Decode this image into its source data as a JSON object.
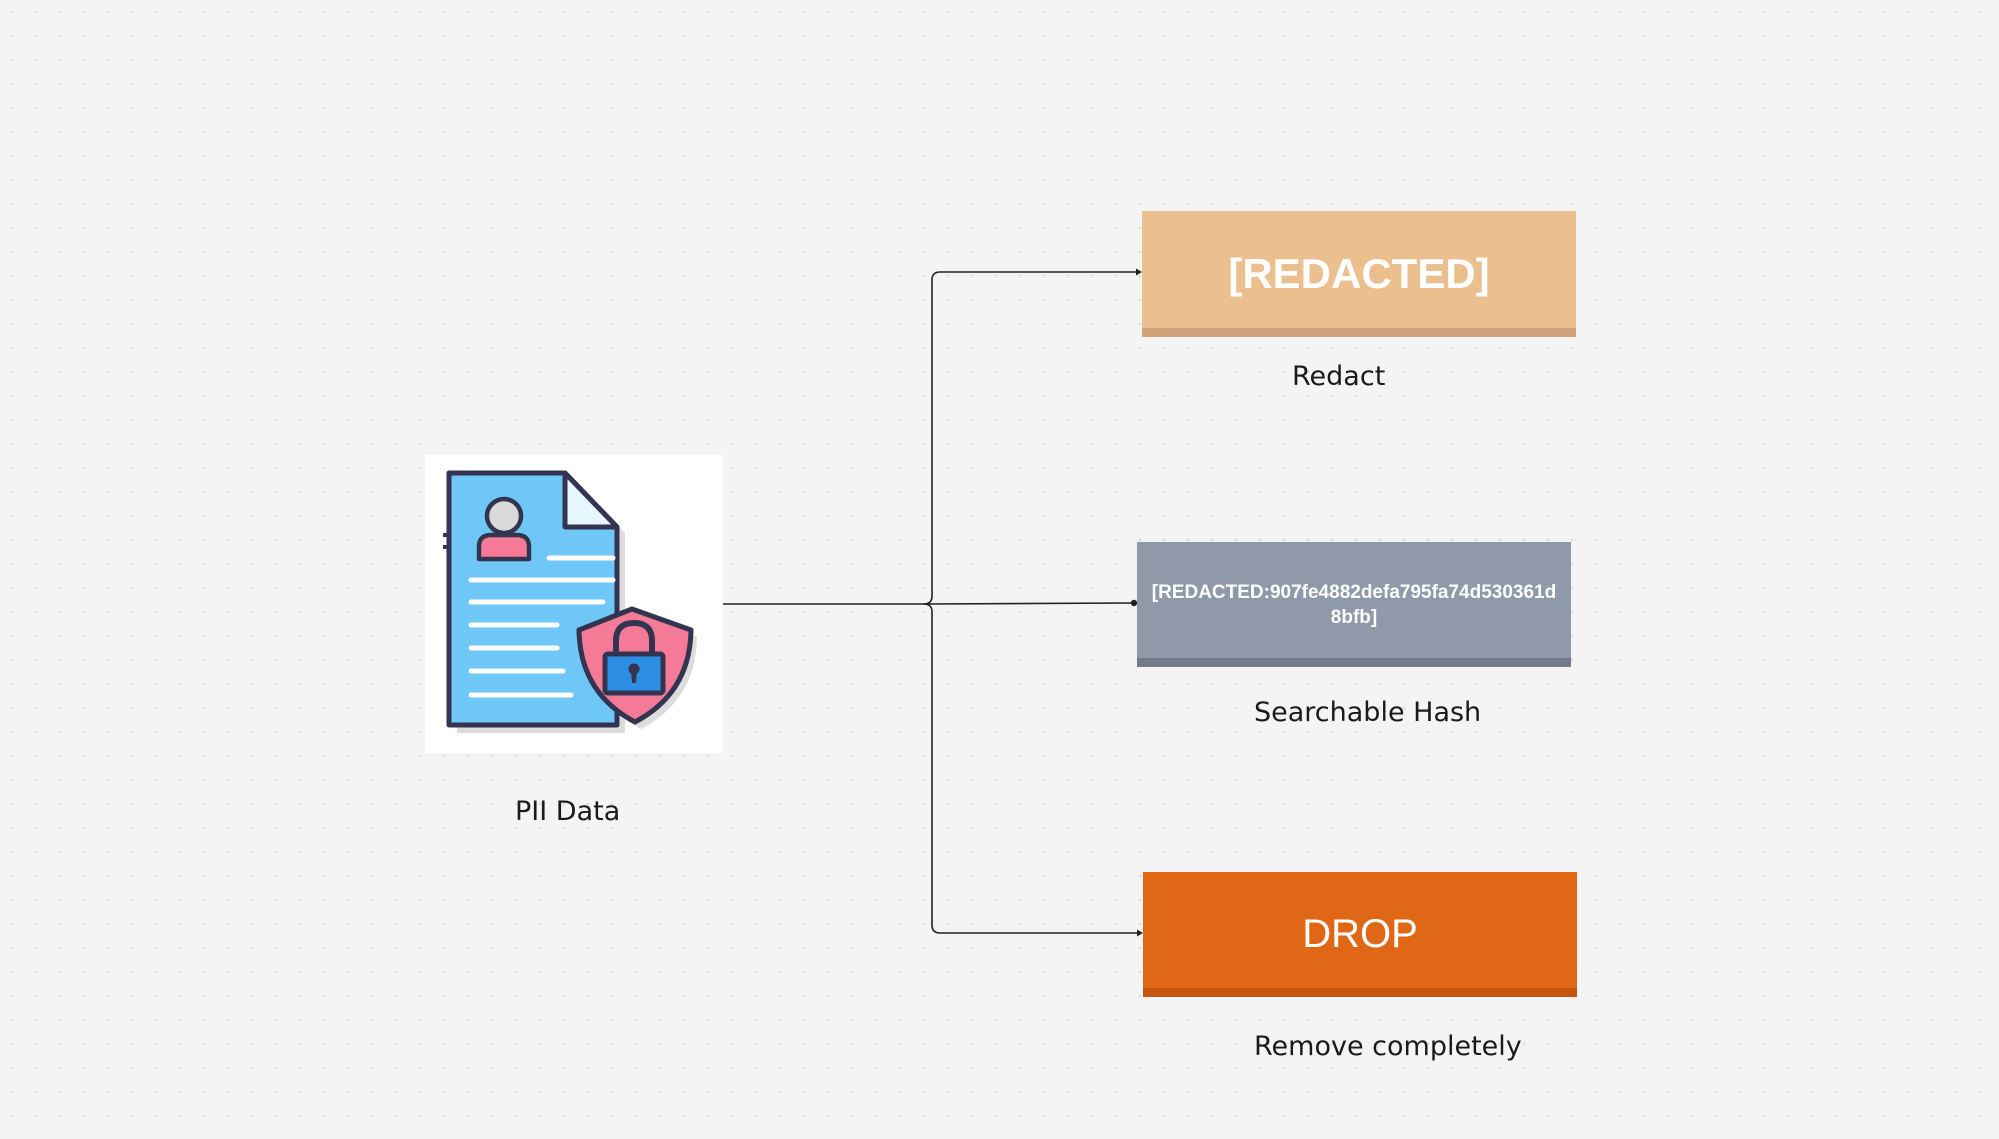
{
  "source": {
    "label": "PII Data",
    "icon": "document-lock-icon"
  },
  "outputs": [
    {
      "box_text": "[REDACTED]",
      "caption": "Redact",
      "color": "#ecbf8f"
    },
    {
      "box_text": "[REDACTED:907fe4882defa795fa74d530361d8bfb]",
      "caption": "Searchable Hash",
      "color": "#8f99aa"
    },
    {
      "box_text": "DROP",
      "caption": "Remove completely",
      "color": "#e06716"
    }
  ]
}
